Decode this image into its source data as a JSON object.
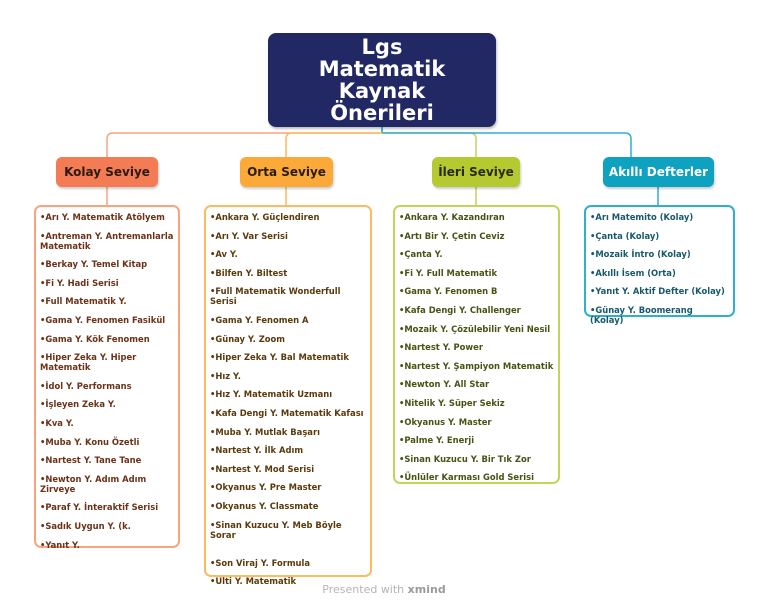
{
  "root": {
    "title": "Lgs Matematik Kaynak Önerileri"
  },
  "colors": {
    "root": "#212863",
    "kolay": "#f47c54",
    "orta": "#fbaa3a",
    "ileri": "#b5c930",
    "akilli": "#0ea1c0"
  },
  "branches": [
    {
      "label": "Kolay Seviye",
      "items": [
        "•Arı Y. Matematik Atölyem",
        "•Antreman Y. Antremanlarla Matematik",
        "•Berkay Y.  Temel Kitap",
        "•Fi Y. Hadi Serisi",
        "•Full Matematik Y.",
        "•Gama Y. Fenomen Fasikül",
        "•Gama Y. Kök Fenomen",
        "•Hiper Zeka Y.  Hiper Matematik",
        "•İdol Y.  Performans",
        "•İşleyen Zeka Y.",
        "•Kva Y.",
        "•Muba Y. Konu Özetli",
        "•Nartest Y. Tane Tane",
        "•Newton Y. Adım Adım Zirveye",
        "•Paraf Y. İnteraktif Serisi",
        "•Sadık Uygun Y. (k.",
        "•Yanıt Y."
      ]
    },
    {
      "label": "Orta Seviye",
      "items": [
        "•Ankara Y. Güçlendiren",
        "•Arı Y. Var Serisi",
        "•Av Y.",
        "•Bilfen Y. Biltest",
        "•Full Matematik Wonderfull Serisi",
        "•Gama Y. Fenomen A",
        "•Günay  Y. Zoom",
        "•Hiper Zeka Y. Bal Matematik",
        "•Hız Y.",
        "•Hız Y. Matematik Uzmanı",
        "•Kafa Dengi Y. Matematik Kafası",
        "•Muba Y. Mutlak Başarı",
        "•Nartest Y. İlk Adım",
        "•Nartest Y. Mod Serisi",
        "•Okyanus Y. Pre Master",
        "•Okyanus Y. Classmate",
        "•Sinan Kuzucu Y. Meb Böyle Sorar",
        "•Son Viraj Y. Formula",
        "•Ulti Y. Matematik"
      ]
    },
    {
      "label": "İleri Seviye",
      "items": [
        "•Ankara Y. Kazandıran",
        "•Artı Bir Y. Çetin Ceviz",
        "•Çanta Y.",
        "•Fi Y. Full Matematik",
        "•Gama Y. Fenomen B",
        "•Kafa Dengi Y. Challenger",
        "•Mozaik Y.  Çözülebilir Yeni Nesil",
        "•Nartest Y. Power",
        "•Nartest Y. Şampiyon Matematik",
        "•Newton Y. All Star",
        "•Nitelik Y. Süper Sekiz",
        "•Okyanus Y. Master",
        "•Palme Y. Enerji",
        "•Sinan Kuzucu Y. Bir Tık Zor",
        "•Ünlüler Karması Gold Serisi"
      ]
    },
    {
      "label": "Akıllı Defterler",
      "items": [
        "•Arı Matemito  (Kolay)",
        "•Çanta (Kolay)",
        "•Mozaik İntro (Kolay)",
        "•Akıllı İsem (Orta)",
        "•Yanıt Y. Aktif Defter (Kolay)",
        "•Günay Y. Boomerang   (Kolay)"
      ]
    }
  ],
  "footer": {
    "prefix": "Presented with",
    "brand": "xmind"
  }
}
